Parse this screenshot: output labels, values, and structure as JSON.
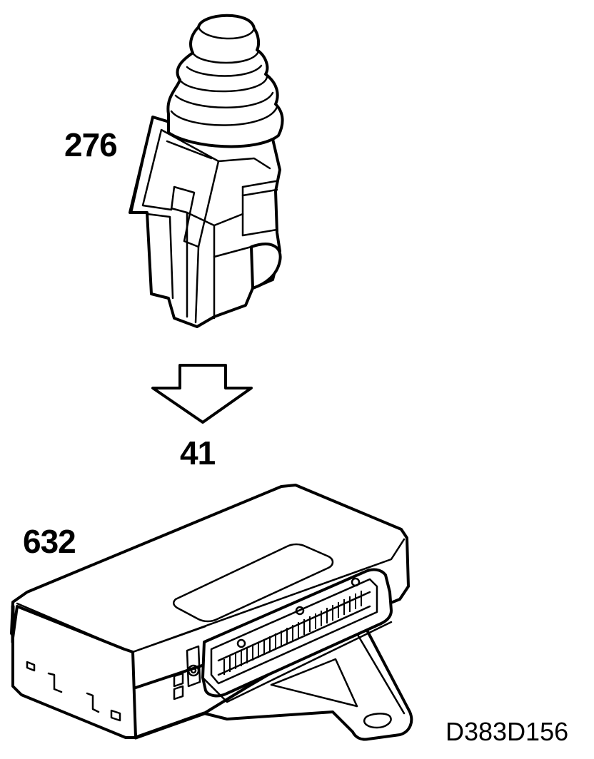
{
  "callouts": {
    "connector": "276",
    "direction": "41",
    "control_unit": "632"
  },
  "figure_code": "D383D156",
  "colors": {
    "ink": "#000000",
    "paper": "#ffffff"
  }
}
